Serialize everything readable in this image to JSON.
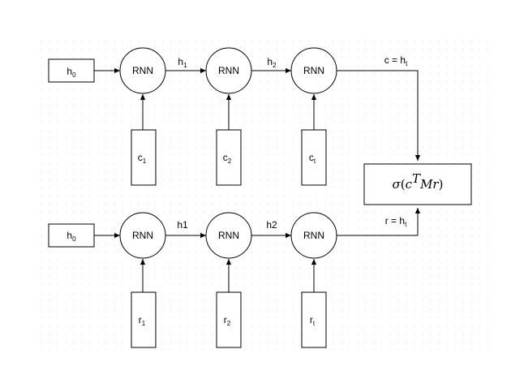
{
  "diagram": {
    "top_row": {
      "start": {
        "base": "h",
        "sub": "0"
      },
      "cells": [
        "RNN",
        "RNN",
        "RNN"
      ],
      "edge_labels": [
        {
          "base": "h",
          "sub": "1"
        },
        {
          "base": "h",
          "sub": "2"
        }
      ],
      "output_label": {
        "base": "c = h",
        "sub": "t"
      },
      "inputs": [
        {
          "base": "c",
          "sub": "1"
        },
        {
          "base": "c",
          "sub": "2"
        },
        {
          "base": "c",
          "sub": "t"
        }
      ]
    },
    "bottom_row": {
      "start": {
        "base": "h",
        "sub": "0"
      },
      "cells": [
        "RNN",
        "RNN",
        "RNN"
      ],
      "edge_labels": [
        {
          "base": "h1",
          "sub": ""
        },
        {
          "base": "h2",
          "sub": ""
        }
      ],
      "output_label": {
        "base": "r = h",
        "sub": "t"
      },
      "inputs": [
        {
          "base": "r",
          "sub": "1"
        },
        {
          "base": "r",
          "sub": "2"
        },
        {
          "base": "r",
          "sub": "t"
        }
      ]
    },
    "score": {
      "sigma": "σ",
      "open": "(",
      "c": "c",
      "sup": "T",
      "rest": "Mr",
      "close": ")"
    }
  }
}
